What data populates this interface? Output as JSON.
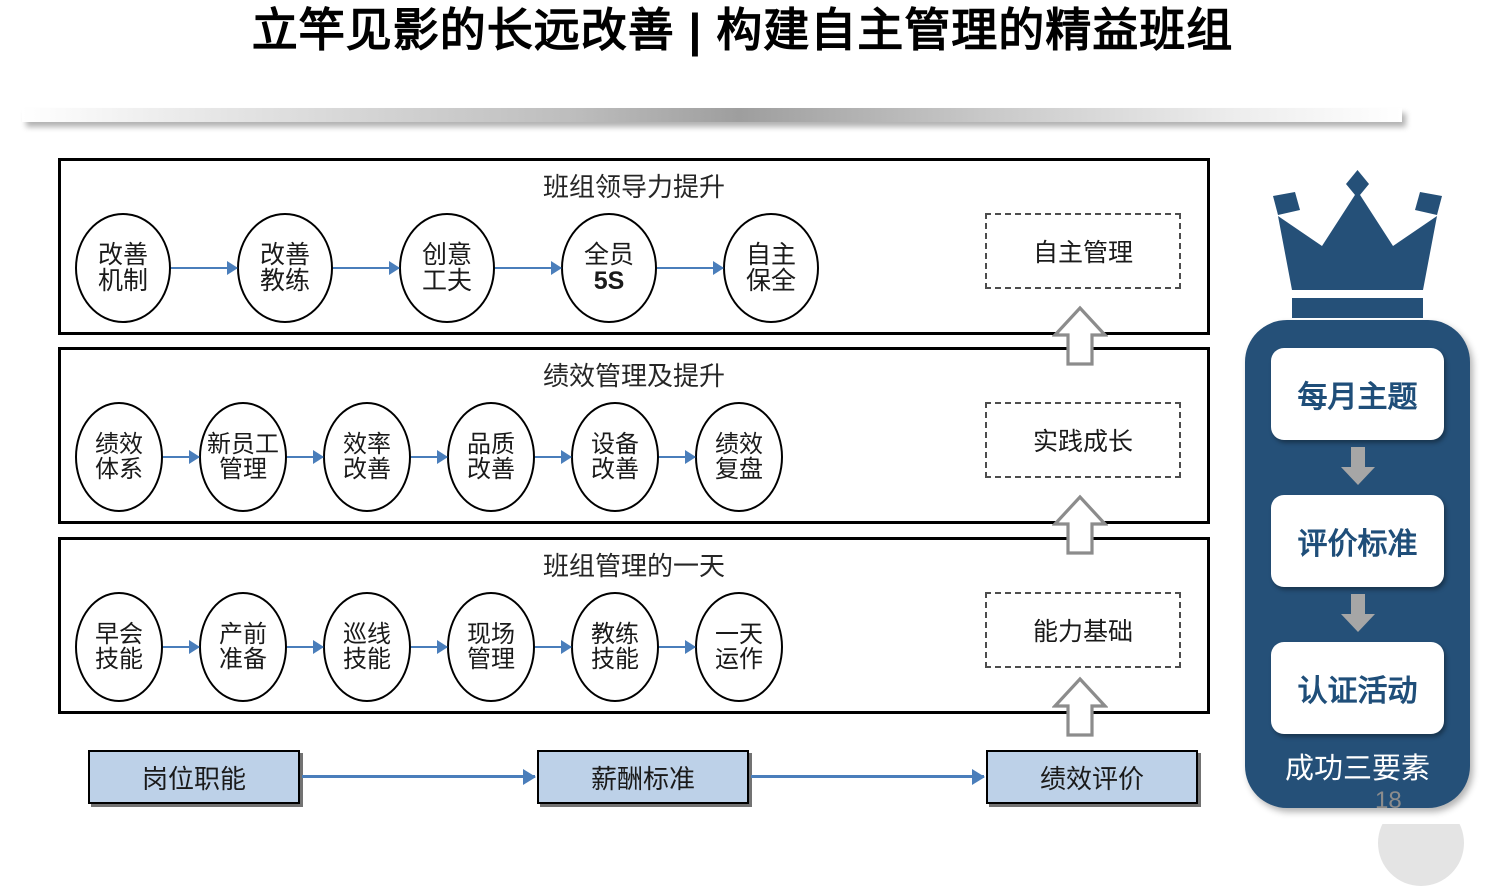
{
  "slide": {
    "title": "立竿见影的长远改善 | 构建自主管理的精益班组",
    "page_number": "18"
  },
  "colors": {
    "arrow_blue": "#4a7ebb",
    "panel_navy": "#255078",
    "card_text_navy": "#1f4e79",
    "box_fill_blue": "#bdd1e8",
    "gray_arrow": "#8c8c8c"
  },
  "rows": [
    {
      "title": "班组领导力提升",
      "steps": [
        {
          "line1": "改善",
          "line2": "机制",
          "bold2": false
        },
        {
          "line1": "改善",
          "line2": "教练",
          "bold2": false
        },
        {
          "line1": "创意",
          "line2": "工夫",
          "bold2": false
        },
        {
          "line1": "全员",
          "line2": "5S",
          "bold2": true
        },
        {
          "line1": "自主",
          "line2": "保全",
          "bold2": false
        }
      ],
      "outcome": "自主管理"
    },
    {
      "title": "绩效管理及提升",
      "steps": [
        {
          "line1": "绩效",
          "line2": "体系",
          "bold2": false
        },
        {
          "line1": "新员工",
          "line2": "管理",
          "bold2": false
        },
        {
          "line1": "效率",
          "line2": "改善",
          "bold2": false
        },
        {
          "line1": "品质",
          "line2": "改善",
          "bold2": false
        },
        {
          "line1": "设备",
          "line2": "改善",
          "bold2": false
        },
        {
          "line1": "绩效",
          "line2": "复盘",
          "bold2": false
        }
      ],
      "outcome": "实践成长"
    },
    {
      "title": "班组管理的一天",
      "steps": [
        {
          "line1": "早会",
          "line2": "技能",
          "bold2": false
        },
        {
          "line1": "产前",
          "line2": "准备",
          "bold2": false
        },
        {
          "line1": "巡线",
          "line2": "技能",
          "bold2": false
        },
        {
          "line1": "现场",
          "line2": "管理",
          "bold2": false
        },
        {
          "line1": "教练",
          "line2": "技能",
          "bold2": false
        },
        {
          "line1": "一天",
          "line2": "运作",
          "bold2": false
        }
      ],
      "outcome": "能力基础"
    }
  ],
  "foundation": {
    "boxes": [
      "岗位职能",
      "薪酬标准",
      "绩效评价"
    ]
  },
  "sidebar": {
    "icon": "crown-icon",
    "cards": [
      "每月主题",
      "评价标准",
      "认证活动"
    ],
    "footer": "成功三要素"
  }
}
